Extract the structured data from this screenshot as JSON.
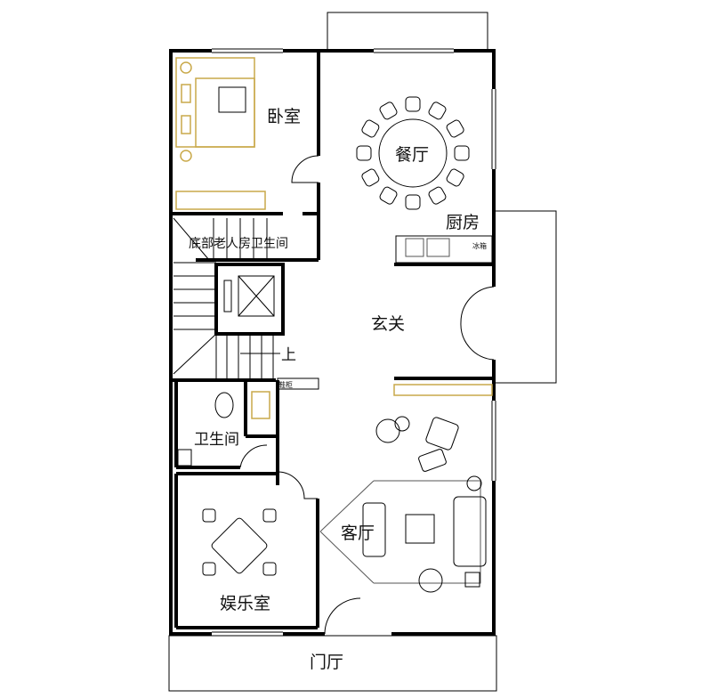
{
  "rooms": {
    "bedroom": "卧室",
    "dining": "餐厅",
    "kitchen": "厨房",
    "elder_bath": "底部老人房卫生间",
    "fridge": "冰箱",
    "foyer": "玄关",
    "stairs_up": "上",
    "shoe_cabinet": "鞋柜",
    "bathroom": "卫生间",
    "living": "客厅",
    "entertainment": "娱乐室",
    "entrance_hall": "门厅"
  },
  "colors": {
    "wall": "#000000",
    "furniture_accent": "#c9a94a"
  }
}
